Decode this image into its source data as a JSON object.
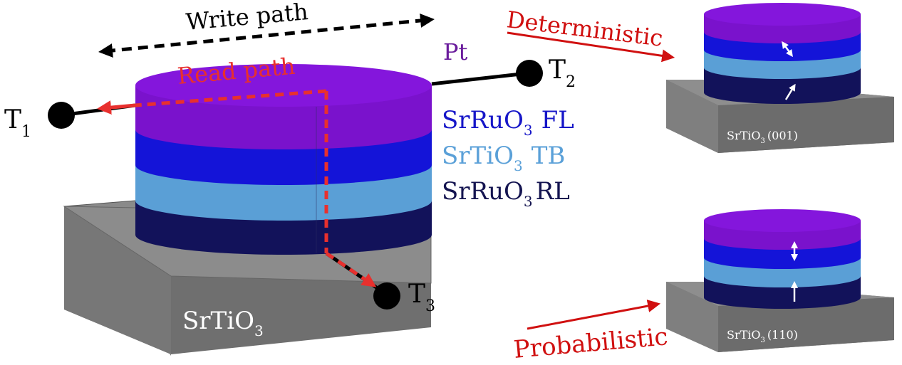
{
  "labels": {
    "write_path": "Write path",
    "read_path": "Read path",
    "pt": "Pt",
    "t1": "T",
    "t1_sub": "1",
    "t2": "T",
    "t2_sub": "2",
    "t3": "T",
    "t3_sub": "3",
    "srruo3_fl_main": "SrRuO",
    "srruo3_fl_sub": "3",
    "srruo3_fl_suffix": "FL",
    "srtio3_tb_main": "SrTiO",
    "srtio3_tb_sub": "3",
    "srtio3_tb_suffix": "TB",
    "srruo3_rl_main": "SrRuO",
    "srruo3_rl_sub": "3",
    "srruo3_rl_suffix": "RL",
    "substrate_main": "SrTiO",
    "substrate_sub": "3",
    "deterministic": "Deterministic",
    "probabilistic": "Probabilistic",
    "small_top_substrate_main": "SrTiO",
    "small_top_substrate_sub": "3",
    "small_top_substrate_suffix": "(001)",
    "small_bottom_substrate_main": "SrTiO",
    "small_bottom_substrate_sub": "3",
    "small_bottom_substrate_suffix": "(110)"
  },
  "colors": {
    "pt": "#7a12cc",
    "free_layer": "#1414d8",
    "barrier": "#5a9fd6",
    "ref_layer": "#12125a",
    "substrate": "#7d7d7d",
    "path_red": "#e8302e",
    "arrow_red": "#d01010",
    "black": "#000000",
    "label_pt": "#6a1c9c",
    "label_fl": "#1616c8",
    "label_tb": "#5aa0d8",
    "label_rl": "#141450"
  }
}
